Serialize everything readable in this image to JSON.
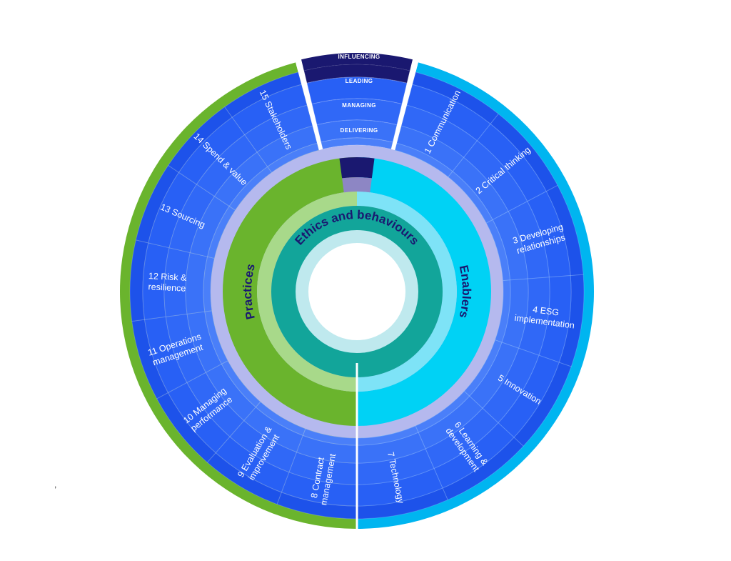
{
  "wheel": {
    "levels": [
      "INFLUENCING",
      "LEADING",
      "MANAGING",
      "DELIVERING"
    ],
    "ethics_label": "Ethics and behaviours",
    "practices_label": "Practices",
    "enablers_label": "Enablers",
    "enablers": [
      {
        "num": "1",
        "lines": [
          "Communication"
        ]
      },
      {
        "num": "2",
        "lines": [
          "Critical thinking"
        ]
      },
      {
        "num": "3",
        "lines": [
          "Developing",
          "relationships"
        ]
      },
      {
        "num": "4",
        "lines": [
          "ESG",
          "implementation"
        ]
      },
      {
        "num": "5",
        "lines": [
          "Innovation"
        ]
      },
      {
        "num": "6",
        "lines": [
          "Learning &",
          "development"
        ]
      },
      {
        "num": "7",
        "lines": [
          "Technology"
        ]
      }
    ],
    "practices": [
      {
        "num": "8",
        "lines": [
          "Contract",
          "management"
        ]
      },
      {
        "num": "9",
        "lines": [
          "Evaluation &",
          "improvement"
        ]
      },
      {
        "num": "10",
        "lines": [
          "Managing",
          "performance"
        ]
      },
      {
        "num": "11",
        "lines": [
          "Operations",
          "management"
        ]
      },
      {
        "num": "12",
        "lines": [
          "Risk &",
          "resilience"
        ]
      },
      {
        "num": "13",
        "lines": [
          "Sourcing"
        ]
      },
      {
        "num": "14",
        "lines": [
          "Spend & value"
        ]
      },
      {
        "num": "15",
        "lines": [
          "Stakeholders"
        ]
      }
    ],
    "colors": {
      "practices_green": "#6ab42d",
      "enablers_cyan": "#00b5f0",
      "segment_blue": "#1f5af5",
      "level_navy": "#1a1870",
      "teal": "#12a59a",
      "lavender": "#b5b9ee",
      "light_aqua": "#bfe9ee"
    }
  },
  "stray_mark": ","
}
